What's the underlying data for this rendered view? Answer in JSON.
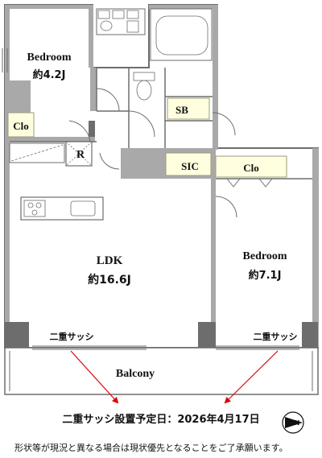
{
  "rooms": {
    "bedroom_west": {
      "name": "Bedroom",
      "size": "約4.2J"
    },
    "bedroom_east": {
      "name": "Bedroom",
      "size": "約7.1J"
    },
    "ldk": {
      "name": "LDK",
      "size": "約16.6J"
    },
    "balcony": "Balcony"
  },
  "storage": {
    "clo_west": "Clo",
    "clo_east": "Clo",
    "sb": "SB",
    "sic": "SIC",
    "refrigerator": "R"
  },
  "sash": {
    "left": "二重サッシ",
    "right": "二重サッシ"
  },
  "annotations": {
    "completion": "二重サッシ設置予定日：2026年4月17日",
    "disclaimer": "形状等が現況と異なる場合は現状優先となることをご了承願います。",
    "compass": "N"
  },
  "colors": {
    "wall": "#a9a9a9",
    "wall_dark": "#6d6d6d",
    "storage": "#ffffe0",
    "storage_border": "#9b9b7a",
    "arrow": "#e10000"
  }
}
